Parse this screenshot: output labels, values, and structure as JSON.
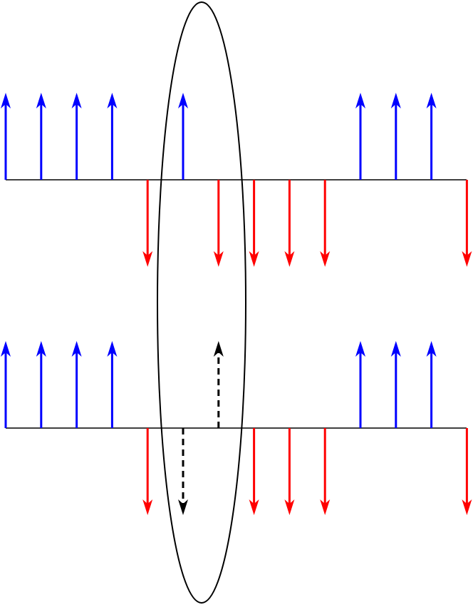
{
  "diagram": {
    "colors": {
      "up": "#0000ff",
      "down": "#ff0000",
      "flipped": "#000000",
      "line": "#000000",
      "ellipse": "#000000"
    },
    "rows": [
      {
        "name": "top-row",
        "spins": [
          "up",
          "up",
          "up",
          "up",
          "down",
          "up",
          "down",
          "down",
          "down",
          "down",
          "up",
          "up",
          "up",
          "down"
        ]
      },
      {
        "name": "bottom-row",
        "spins": [
          "up",
          "up",
          "up",
          "up",
          "down",
          "flipped-down",
          "flipped-up",
          "down",
          "down",
          "down",
          "up",
          "up",
          "up",
          "down"
        ]
      }
    ]
  }
}
